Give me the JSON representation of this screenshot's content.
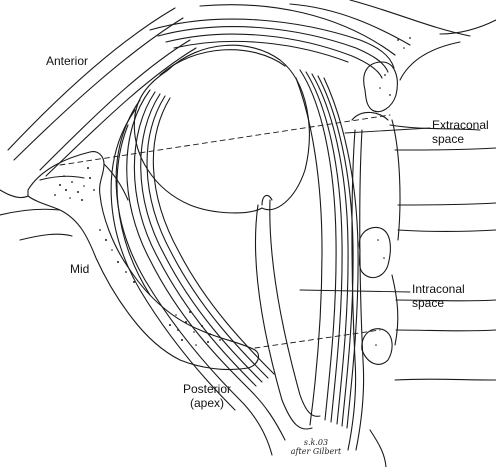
{
  "labels": {
    "anterior": "Anterior",
    "mid": "Mid",
    "posterior_line1": "Posterior",
    "posterior_line2": "(apex)",
    "extraconal_line1": "Extraconal",
    "extraconal_line2": "space",
    "intraconal_line1": "Intraconal",
    "intraconal_line2": "space"
  },
  "signature": {
    "initials": "s.k.03",
    "credit": "after Gilbert"
  },
  "colors": {
    "line": "#1a1a1a",
    "background": "#ffffff"
  }
}
